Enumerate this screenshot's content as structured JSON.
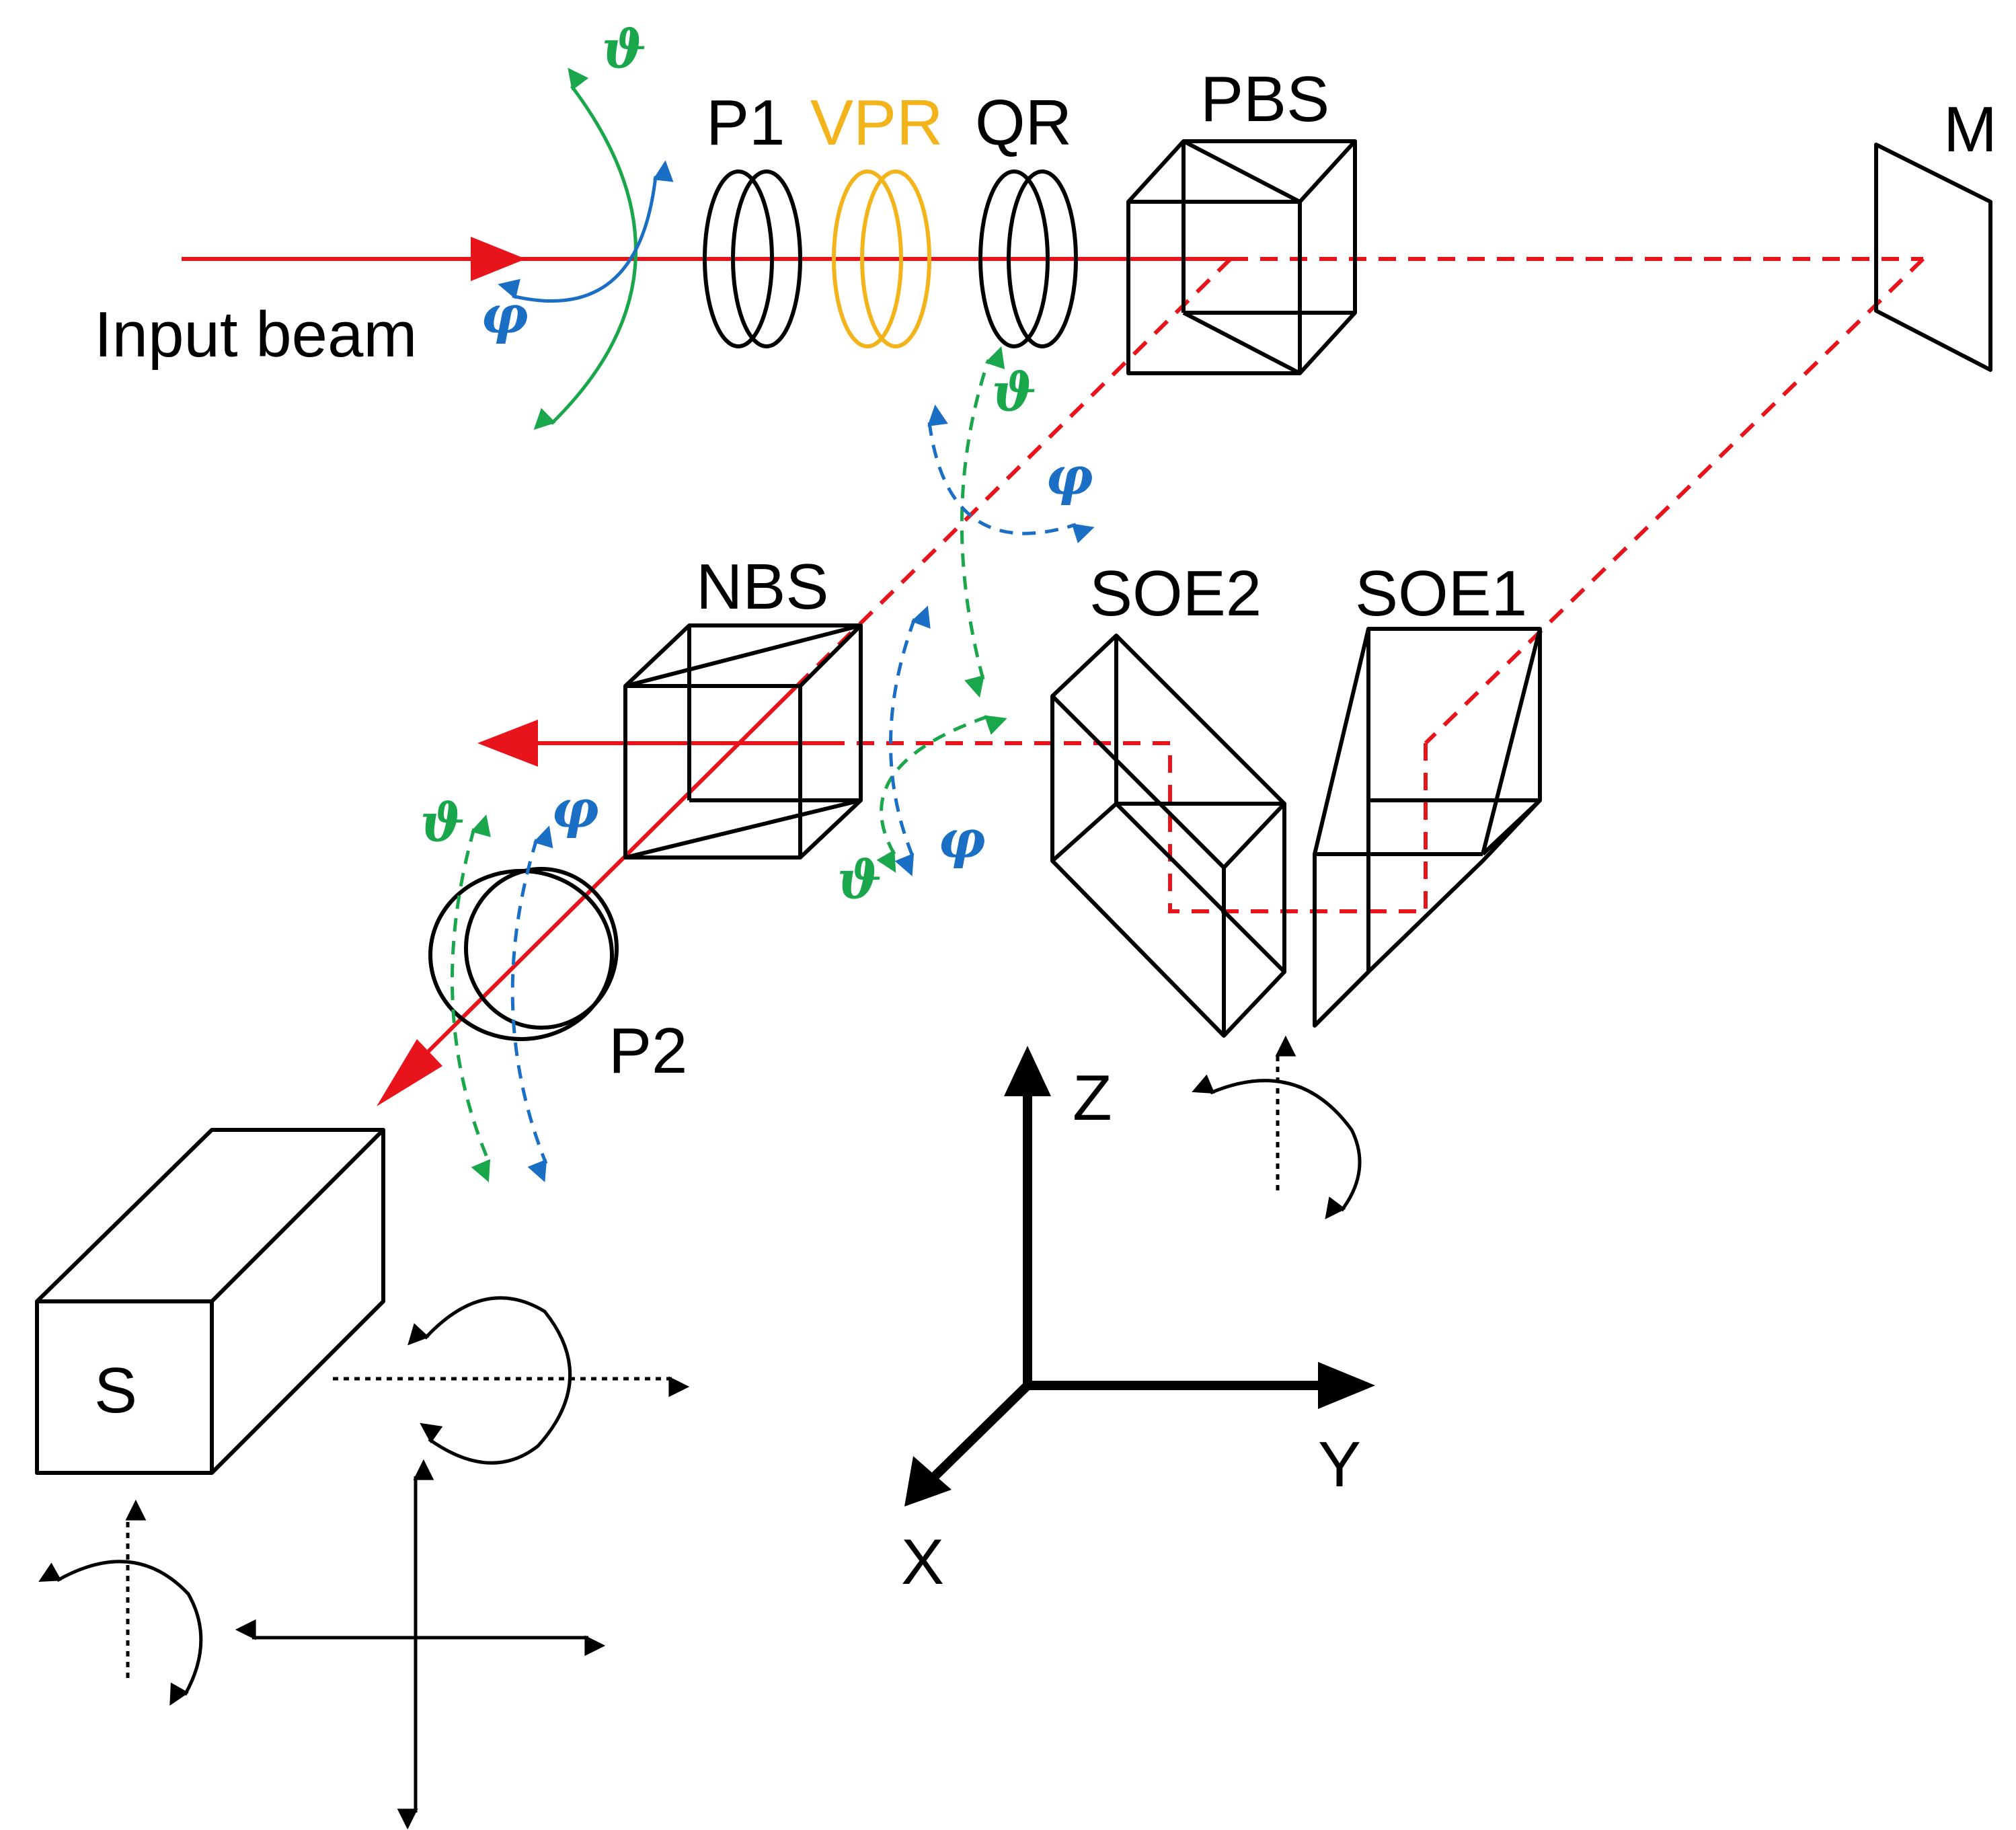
{
  "colors": {
    "beam": "#e8141b",
    "theta_arrow": "#1aa64b",
    "phi_arrow": "#1a6fc4",
    "vpr": "#f3b31a",
    "outline": "#000000"
  },
  "labels": {
    "input_beam": "Input beam",
    "p1": "P1",
    "vpr": "VPR",
    "qr": "QR",
    "pbs": "PBS",
    "m": "M",
    "nbs": "NBS",
    "soe2": "SOE2",
    "soe1": "SOE1",
    "p2": "P2",
    "s": "S"
  },
  "angles": {
    "theta": "ϑ",
    "phi": "φ"
  },
  "axes": {
    "x": "X",
    "y": "Y",
    "z": "Z"
  }
}
